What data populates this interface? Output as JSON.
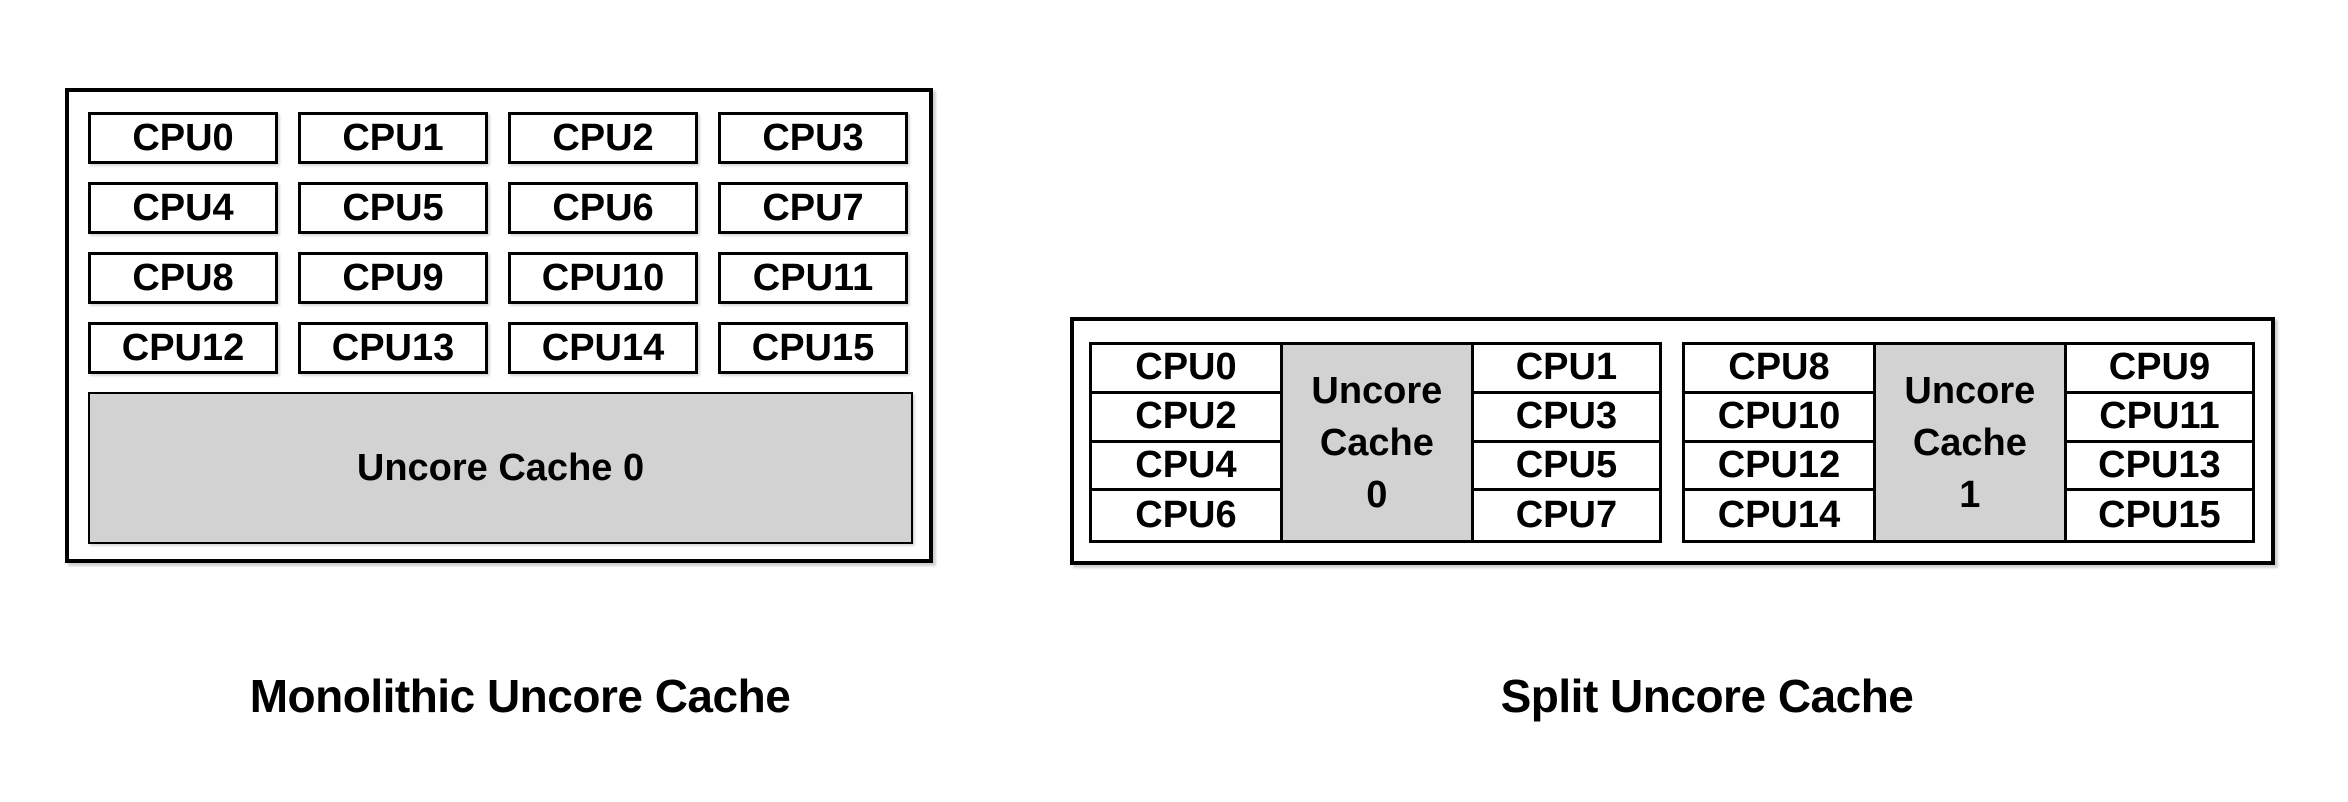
{
  "left_diagram": {
    "caption": "Monolithic Uncore Cache",
    "cpus": [
      "CPU0",
      "CPU1",
      "CPU2",
      "CPU3",
      "CPU4",
      "CPU5",
      "CPU6",
      "CPU7",
      "CPU8",
      "CPU9",
      "CPU10",
      "CPU11",
      "CPU12",
      "CPU13",
      "CPU14",
      "CPU15"
    ],
    "cache_label": "Uncore Cache 0"
  },
  "right_diagram": {
    "caption": "Split Uncore Cache",
    "groups": [
      {
        "left_cpus": [
          "CPU0",
          "CPU2",
          "CPU4",
          "CPU6"
        ],
        "cache_lines": [
          "Uncore",
          "Cache",
          "0"
        ],
        "right_cpus": [
          "CPU1",
          "CPU3",
          "CPU5",
          "CPU7"
        ]
      },
      {
        "left_cpus": [
          "CPU8",
          "CPU10",
          "CPU12",
          "CPU14"
        ],
        "cache_lines": [
          "Uncore",
          "Cache",
          "1"
        ],
        "right_cpus": [
          "CPU9",
          "CPU11",
          "CPU13",
          "CPU15"
        ]
      }
    ]
  },
  "colors": {
    "cache_fill": "#d2d2d2",
    "line": "#000000",
    "background": "#ffffff",
    "text": "#000000"
  }
}
